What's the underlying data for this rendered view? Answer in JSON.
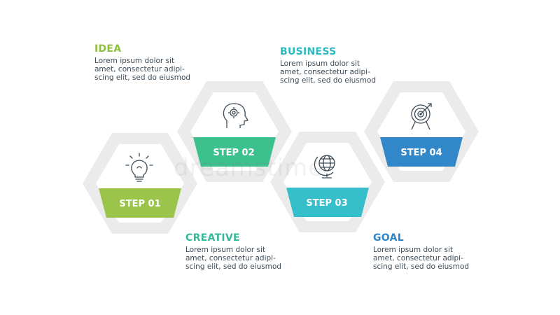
{
  "colors": {
    "hexagon_frame": "#ebebeb",
    "step_1": "#9ac54a",
    "step_2": "#3cc08e",
    "step_3": "#36bfca",
    "step_4": "#3187c8",
    "body_text": "#3d4b57",
    "icon_stroke": "#3d4b57"
  },
  "steps": [
    {
      "label": "STEP 01",
      "color": "#9ac54a",
      "icon": "lightbulb-icon",
      "title": "IDEA",
      "title_color": "#8fbf3f",
      "text": "Lorem ipsum dolor sit\namet, consectetur adipi-\nscing elit, sed do eiusmod"
    },
    {
      "label": "STEP 02",
      "color": "#3cc08e",
      "icon": "head-gear-icon",
      "title": "BUSINESS",
      "title_color": "#2fb8c0",
      "text": "Lorem ipsum dolor sit\namet, consectetur adipi-\nscing elit, sed do eiusmod"
    },
    {
      "label": "STEP 03",
      "color": "#36bfca",
      "icon": "globe-icon",
      "title": "CREATIVE",
      "title_color": "#36b89a",
      "text": "Lorem ipsum dolor sit\namet, consectetur adipi-\nscing elit, sed do eiusmod"
    },
    {
      "label": "STEP 04",
      "color": "#3187c8",
      "icon": "target-arrow-icon",
      "title": "GOAL",
      "title_color": "#2f86c6",
      "text": "Lorem ipsum dolor sit\namet, consectetur adipi-\nscing elit, sed do eiusmod"
    }
  ],
  "watermark": "dreamstime"
}
